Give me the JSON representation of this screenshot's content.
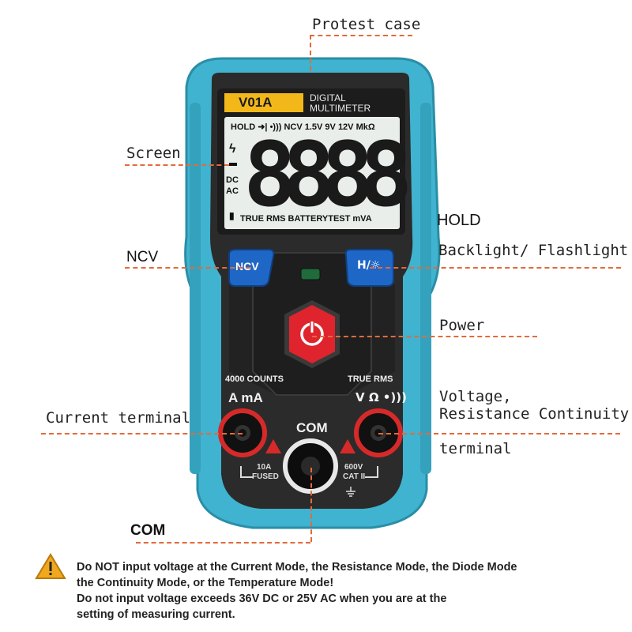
{
  "labels": {
    "protest_case": "Protest case",
    "screen": "Screen",
    "hold": "HOLD",
    "ncv": "NCV",
    "backlight": "Backlight/ Flashlight",
    "power": "Power",
    "current_terminal": "Current terminal",
    "voltage_line1": "Voltage,",
    "voltage_line2": "Resistance Continuity",
    "voltage_line3": "terminal",
    "com": "COM"
  },
  "device": {
    "model": "V01A",
    "title_line1": "DIGITAL",
    "title_line2": "MULTIMETER",
    "lcd_top": "HOLD ➜| •))) NCV 1.5V 9V 12V MkΩ",
    "lcd_digits": [
      "8",
      "8",
      "8",
      "8"
    ],
    "lcd_left_dc": "DC",
    "lcd_left_ac": "AC",
    "lcd_bottom": "TRUE RMS BATTERYTEST mVA",
    "ncv_button": "NCV",
    "hold_button": "H/☼",
    "counts": "4000 COUNTS",
    "true_rms": "TRUE RMS",
    "ama": "A mA",
    "vohm": "V Ω •)))",
    "com": "COM",
    "fuse_line1": "10A",
    "fuse_line2": "FUSED",
    "cat_line1": "600V",
    "cat_line2": "CAT II"
  },
  "warning": {
    "line1": "Do NOT input voltage at the Current Mode, the Resistance Mode, the Diode Mode",
    "line2": "the Continuity Mode, or the Temperature Mode!",
    "line3": "Do not input voltage exceeds 36V DC or 25V AC when you are at the",
    "line4": "setting of measuring  current."
  },
  "colors": {
    "case": "#3fb3cf",
    "body": "#2b2b2b",
    "lcd": "#e9eeea",
    "model_badge": "#f2b81a",
    "button_blue": "#1f67c6",
    "power_red": "#e0242d",
    "leader": "#e36a3a"
  }
}
